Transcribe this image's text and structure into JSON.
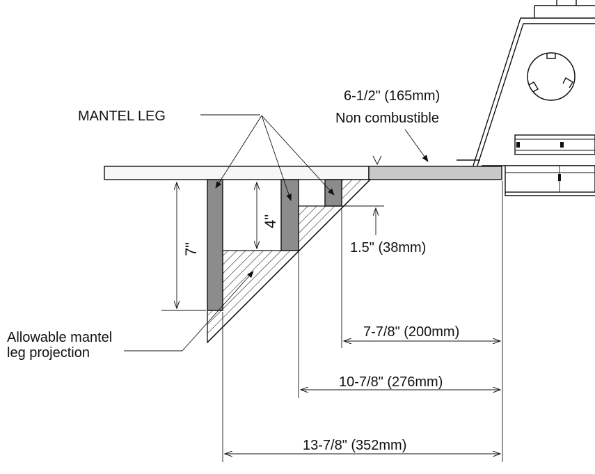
{
  "labels": {
    "mantel_leg": "MANTEL LEG",
    "non_combustible_dim": "6-1/2\" (165mm)",
    "non_combustible": "Non combustible",
    "leg_7": "7\"",
    "leg_4": "4\"",
    "offset_1_5": "1.5\" (38mm)",
    "projection_line1": "Allowable mantel",
    "projection_line2": "leg projection",
    "dim_200": "7-7/8\" (200mm)",
    "dim_276": "10-7/8\" (276mm)",
    "dim_352": "13-7/8\" (352mm)"
  },
  "colors": {
    "line": "#111111",
    "leg_fill": "#8c8c8c",
    "noncombustible_fill": "#c8c8c8",
    "mantel_fill": "#f7f7f7"
  }
}
